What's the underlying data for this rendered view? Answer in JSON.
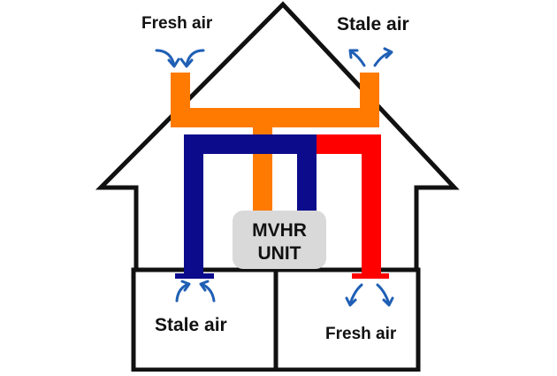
{
  "labels": {
    "fresh_air_top": "Fresh air",
    "stale_air_top": "Stale air",
    "stale_air_bottom": "Stale air",
    "fresh_air_bottom": "Fresh air",
    "unit_line1": "MVHR",
    "unit_line2": "UNIT"
  },
  "colors": {
    "outline": "#111111",
    "orange_duct": "#FF7A00",
    "navy_duct": "#0B0B8C",
    "red_duct": "#FF0000",
    "arrow_blue": "#1F5FB5",
    "unit_fill": "#D9D9D9",
    "text": "#111111"
  },
  "icons": [
    "airflow-arrow-icon"
  ]
}
